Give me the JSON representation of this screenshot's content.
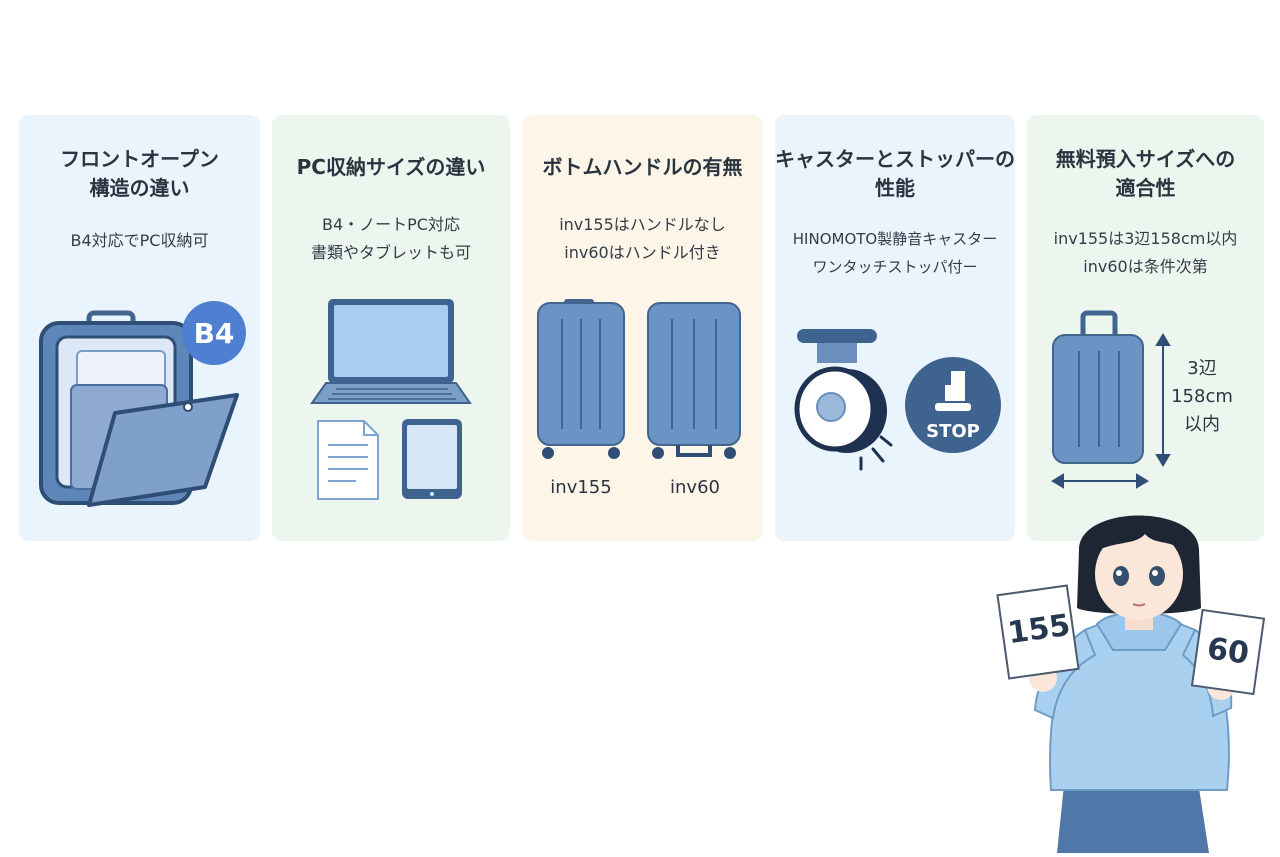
{
  "cards": [
    {
      "title_lines": [
        "フロントオープン",
        "構造の違い"
      ],
      "desc_lines": [
        "B4対応でPC収納可"
      ],
      "badge": "B4"
    },
    {
      "title_lines": [
        "PC収納サイズの違い"
      ],
      "desc_lines": [
        "B4・ノートPC対応",
        "書類やタブレットも可"
      ]
    },
    {
      "title_lines": [
        "ボトムハンドルの有無"
      ],
      "desc_lines": [
        "inv155はハンドルなし",
        "inv60はハンドル付き"
      ],
      "labels": [
        "inv155",
        "inv60"
      ]
    },
    {
      "title_lines": [
        "キャスターとストッパーの",
        "性能"
      ],
      "desc_lines": [
        "HINOMOTO製静音キャスター",
        "ワンタッチストッパ付ー"
      ],
      "stop_label": "STOP"
    },
    {
      "title_lines": [
        "無料預入サイズへの",
        "適合性"
      ],
      "desc_lines": [
        "inv155は3辺158cm以内",
        "inv60は条件次第"
      ],
      "size_lines": [
        "3辺",
        "158cm",
        "以内"
      ]
    }
  ],
  "person": {
    "card_left": "155",
    "card_right": "60"
  },
  "colors": {
    "blue_card": "#eaf4fc",
    "green_card": "#ecf6ef",
    "cream_card": "#fdf6e8",
    "suitcase": "#6b93c4",
    "accent": "#3c78c8"
  }
}
